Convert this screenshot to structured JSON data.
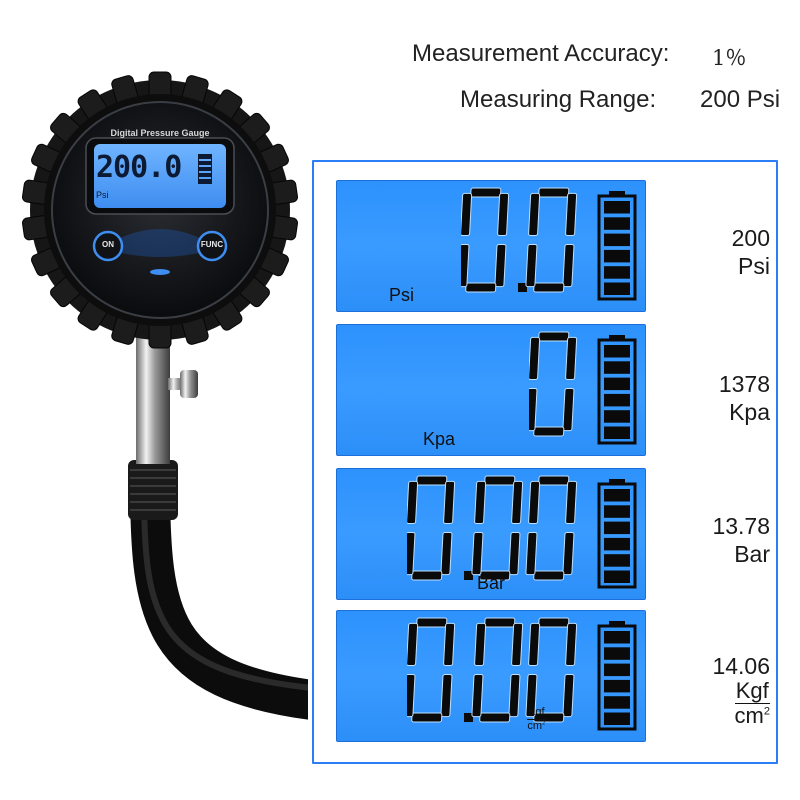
{
  "specs": {
    "accuracy_label": "Measurement Accuracy:",
    "accuracy_value": "1％",
    "range_label": "Measuring Range:",
    "range_value": "200 Psi"
  },
  "gauge": {
    "brand_label": "Digital Pressure Gauge",
    "display_value": "200.0",
    "display_unit": "Psi",
    "on_button": "ON",
    "func_button": "FUNC"
  },
  "panels": [
    {
      "reading": "0.0",
      "unit": "Psi",
      "max_value": "200",
      "max_unit": "Psi"
    },
    {
      "reading": "0",
      "unit": "Kpa",
      "max_value": "1378",
      "max_unit": "Kpa"
    },
    {
      "reading": "0.00",
      "unit": "Bar",
      "max_value": "13.78",
      "max_unit": "Bar"
    },
    {
      "reading": "0.00",
      "unit_num": "Kgf",
      "unit_den": "cm",
      "unit_exp": "2",
      "max_value": "14.06",
      "max_unit_num": "Kgf",
      "max_unit_den": "cm",
      "max_unit_exp": "2"
    }
  ],
  "colors": {
    "lcd_blue": "#3399ff",
    "frame_blue": "#2a7df5",
    "segment_dark": "#0a0a0a",
    "gauge_body": "#141414"
  }
}
